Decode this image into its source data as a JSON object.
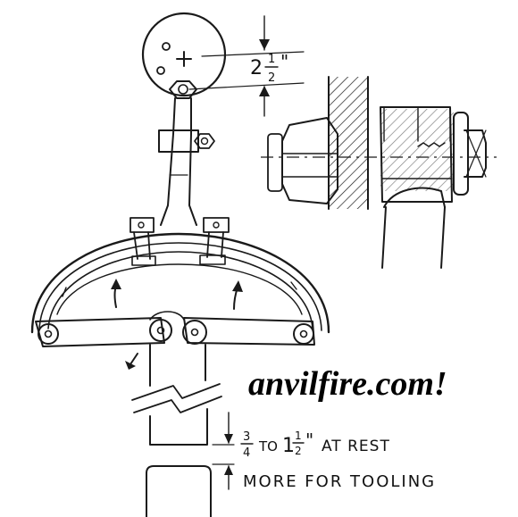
{
  "diagram": {
    "dimension_top": {
      "whole": "2",
      "numerator": "1",
      "denominator": "2",
      "unit": "\""
    },
    "watermark": "anvilfire.com!",
    "rest_clearance": {
      "from_num": "3",
      "from_den": "4",
      "to_text": "TO",
      "to_whole": "1",
      "to_num": "1",
      "to_den": "2",
      "unit": "\"",
      "suffix": "AT REST",
      "line2": "MORE FOR TOOLING"
    },
    "colors": {
      "ink": "#1a1a1a",
      "paper": "#ffffff"
    }
  }
}
